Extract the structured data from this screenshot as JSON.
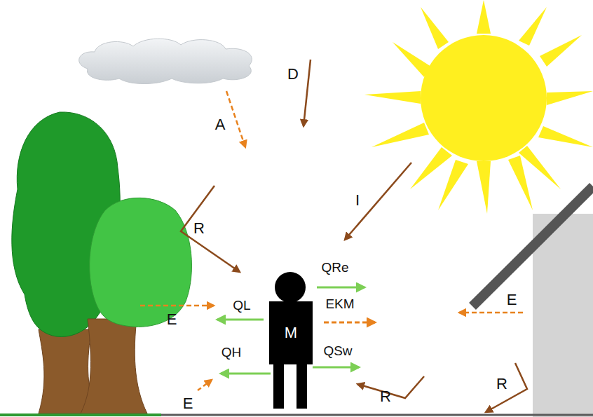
{
  "diagram": {
    "nodes": [
      {
        "text": [
          "M"
        ]
      }
    ],
    "labels": [
      "D",
      "A",
      "I",
      "R",
      "QRe",
      "E",
      "QL",
      "EKM",
      "E",
      "QH",
      "QSw",
      "R",
      "R",
      "E"
    ]
  }
}
